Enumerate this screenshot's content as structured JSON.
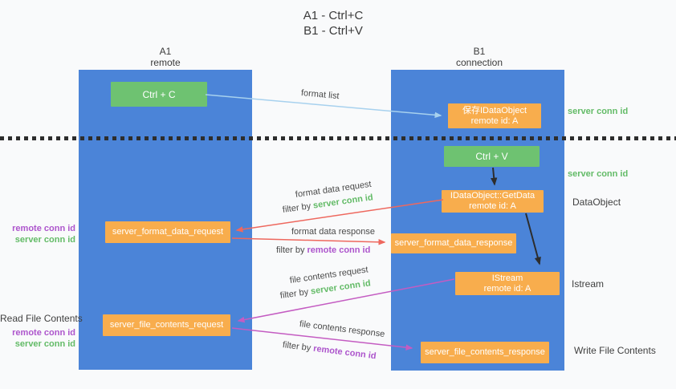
{
  "title": {
    "line1": "A1 - Ctrl+C",
    "line2": "B1 - Ctrl+V"
  },
  "lanes": {
    "left": {
      "name": "A1",
      "role": "remote"
    },
    "right": {
      "name": "B1",
      "role": "connection"
    }
  },
  "nodes": {
    "ctrl_c": {
      "label": "Ctrl + C"
    },
    "save_idataobject": {
      "line1": "保存IDataObject",
      "line2": "remote id: A"
    },
    "ctrl_v": {
      "label": "Ctrl + V"
    },
    "getdata": {
      "line1": "IDataObject::GetData",
      "line2": "remote id: A"
    },
    "format_request": {
      "label": "server_format_data_request"
    },
    "format_response": {
      "label": "server_format_data_response"
    },
    "istream": {
      "line1": "IStream",
      "line2": "remote id: A"
    },
    "file_request": {
      "label": "server_file_contents_request"
    },
    "file_response": {
      "label": "server_file_contents_response"
    }
  },
  "side_labels": {
    "right_server_conn_top": "server conn id",
    "right_server_conn_mid": "server conn id",
    "right_dataobject": "DataObject",
    "right_istream": "Istream",
    "right_write_file": "Write File Contents",
    "left_remote_conn_top": "remote conn id",
    "left_server_conn_top": "server conn id",
    "left_read_file": "Read File Contents",
    "left_remote_conn_bottom": "remote conn id",
    "left_server_conn_bottom": "server conn id"
  },
  "edge_labels": {
    "format_list": "format list",
    "format_data_request": "format data request",
    "format_data_response": "format data response",
    "file_contents_request": "file contents request",
    "file_contents_response": "file contents response",
    "filter_by": "filter by",
    "server_conn_id": "server conn id",
    "remote_conn_id": "remote conn id"
  },
  "connections": [
    {
      "from": "Ctrl + C",
      "to": "保存IDataObject",
      "label": "format list",
      "color": "#a7d1ee"
    },
    {
      "from": "Ctrl + V",
      "to": "IDataObject::GetData",
      "label": "",
      "color": "#2d2d2d"
    },
    {
      "from": "IDataObject::GetData",
      "to": "IStream",
      "label": "",
      "color": "#2d2d2d"
    },
    {
      "from": "IDataObject::GetData",
      "to": "server_format_data_request",
      "label": "format data request / filter by server conn id",
      "color": "#ee685e"
    },
    {
      "from": "server_format_data_request",
      "to": "server_format_data_response",
      "label": "format data response / filter by remote conn id",
      "color": "#ee685e"
    },
    {
      "from": "IStream",
      "to": "server_file_contents_request",
      "label": "file contents request / filter by server conn id",
      "color": "#c45cc2"
    },
    {
      "from": "server_file_contents_request",
      "to": "server_file_contents_response",
      "label": "file contents response / filter by remote conn id",
      "color": "#c45cc2"
    }
  ],
  "colors": {
    "lane_blue": "#4b84d8",
    "node_green": "#6ec271",
    "node_orange": "#f8ad4d",
    "arrow_blue": "#a7d1ee",
    "arrow_red": "#ee685e",
    "arrow_purple": "#c45cc2",
    "arrow_black": "#2d2d2d",
    "text_green": "#63bb67",
    "text_purple": "#ad55cc"
  }
}
